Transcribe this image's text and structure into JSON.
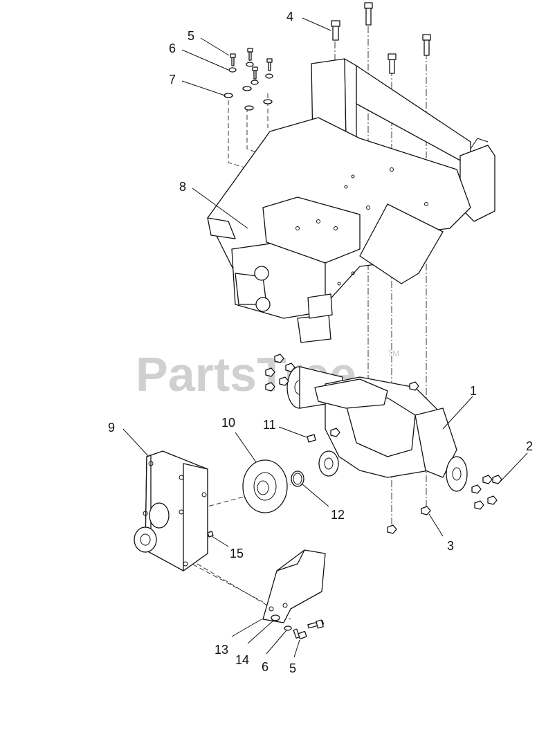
{
  "watermark": {
    "brand": "PartsTree",
    "trademark": "TM"
  },
  "callouts": [
    {
      "id": "1",
      "label": "1"
    },
    {
      "id": "2",
      "label": "2"
    },
    {
      "id": "3",
      "label": "3"
    },
    {
      "id": "4",
      "label": "4"
    },
    {
      "id": "5a",
      "label": "5"
    },
    {
      "id": "6a",
      "label": "6"
    },
    {
      "id": "7",
      "label": "7"
    },
    {
      "id": "8",
      "label": "8"
    },
    {
      "id": "9",
      "label": "9"
    },
    {
      "id": "10",
      "label": "10"
    },
    {
      "id": "11",
      "label": "11"
    },
    {
      "id": "12",
      "label": "12"
    },
    {
      "id": "13",
      "label": "13"
    },
    {
      "id": "14",
      "label": "14"
    },
    {
      "id": "15",
      "label": "15"
    },
    {
      "id": "6b",
      "label": "6"
    },
    {
      "id": "5b",
      "label": "5"
    }
  ]
}
